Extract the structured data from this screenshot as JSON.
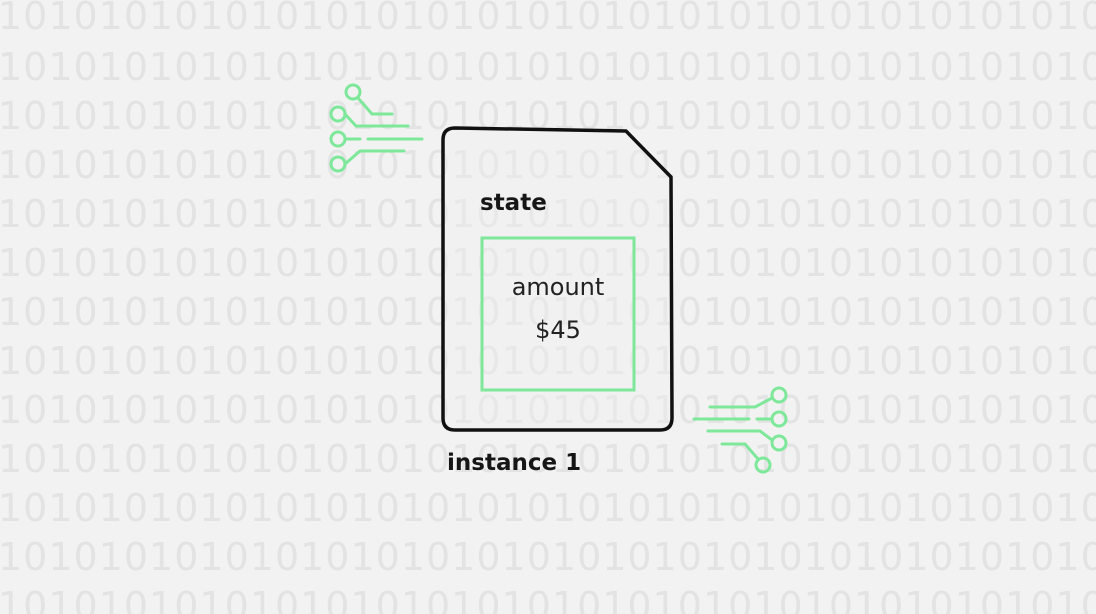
{
  "background": {
    "pattern_text": "1010101010101010101010101010101010101010101010101010101010",
    "color": "#e3e3e3"
  },
  "instance": {
    "title": "instance 1",
    "state_label": "state",
    "field": {
      "name": "amount",
      "value": "$45"
    }
  },
  "colors": {
    "accent_green": "#7ee89a",
    "card_border": "#111111",
    "page_background": "#f2f2f2"
  },
  "icons": [
    "circuit-input-icon",
    "circuit-output-icon"
  ]
}
